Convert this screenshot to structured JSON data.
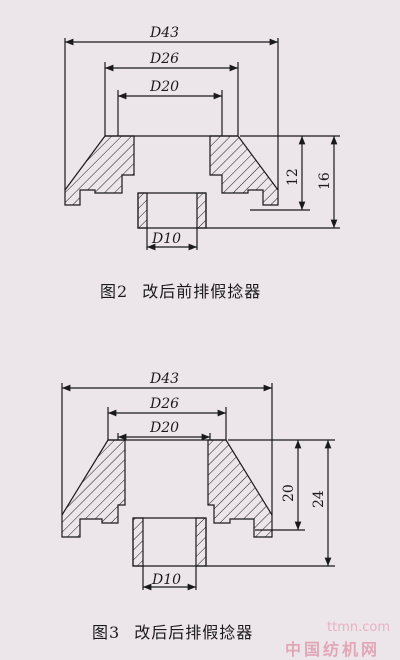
{
  "figure1": {
    "dims": {
      "d43": "D43",
      "d26": "D26",
      "d20": "D20",
      "d10": "D10",
      "h12": "12",
      "h16": "16"
    },
    "caption_num": "图2",
    "caption_text": "改后前排假捻器"
  },
  "figure2": {
    "dims": {
      "d43": "D43",
      "d26": "D26",
      "d20": "D20",
      "d10": "D10",
      "h20": "20",
      "h24": "24"
    },
    "caption_num": "图3",
    "caption_text": "改后后排假捻器"
  },
  "watermark": {
    "url": "ttmn.com",
    "name": "中国纺机网"
  },
  "colors": {
    "paper": "#ece5ea",
    "ink": "#1a1a1a",
    "watermark": "#e2a7b7"
  }
}
